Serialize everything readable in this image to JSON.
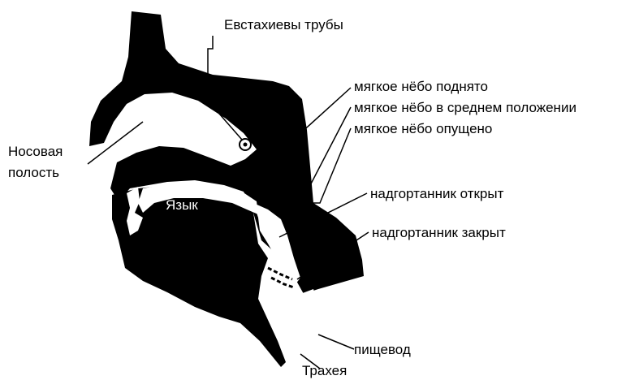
{
  "labels": {
    "eustachian_tubes": "Евстахиевы трубы",
    "soft_palate_raised": "мягкое нёбо поднято",
    "soft_palate_middle": "мягкое нёбо в среднем положении",
    "soft_palate_lowered": "мягкое нёбо опущено",
    "nasal_cavity_line1": "Носовая",
    "nasal_cavity_line2": "полость",
    "tongue": "Язык",
    "epiglottis_open": "надгортанник открыт",
    "epiglottis_closed": "надгортанник закрыт",
    "esophagus": "пищевод",
    "trachea": "Трахея"
  },
  "colors": {
    "fill": "#000000",
    "background": "#ffffff",
    "leader": "#000000"
  }
}
